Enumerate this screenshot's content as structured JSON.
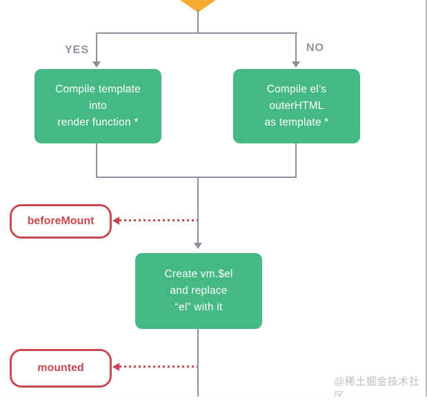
{
  "diagram": {
    "branch_labels": {
      "yes": "YES",
      "no": "NO"
    },
    "nodes": {
      "compile_template": {
        "lines": [
          "Compile template",
          "into",
          "render function *"
        ]
      },
      "compile_outerhtml": {
        "lines": [
          "Compile el’s",
          "outerHTML",
          "as template *"
        ]
      },
      "create_vm_el": {
        "lines": [
          "Create vm.$el",
          "and replace",
          "“el” with it"
        ]
      }
    },
    "hooks": {
      "before_mount": "beforeMount",
      "mounted": "mounted"
    },
    "watermark": "@稀土掘金技术社区"
  },
  "colors": {
    "node_green": "#45b884",
    "line_gray": "#8a919c",
    "hook_red": "#c9474d",
    "decision_orange": "#f8ab32",
    "watermark_gray": "#bdbdbd",
    "label_gray": "#8d939e"
  }
}
